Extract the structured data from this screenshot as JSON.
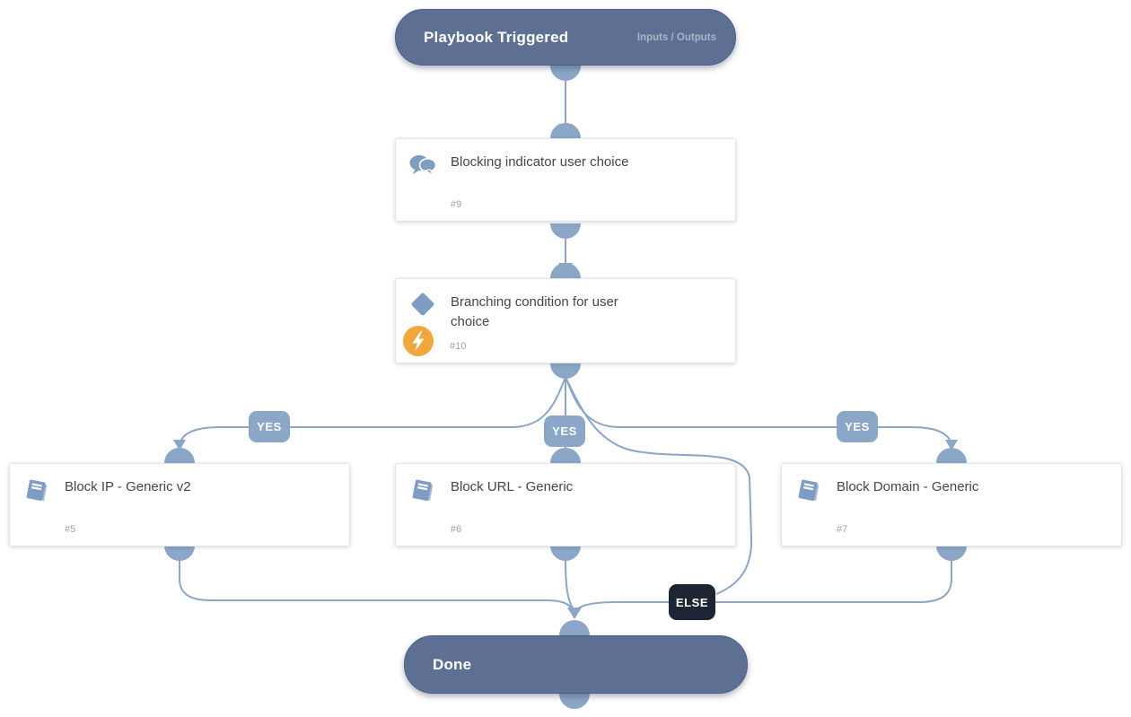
{
  "start_node": {
    "label": "Playbook Triggered",
    "io_label": "Inputs / Outputs"
  },
  "end_node": {
    "label": "Done"
  },
  "tasks": {
    "prompt": {
      "title": "Blocking indicator user choice",
      "id": "#9",
      "icon": "chat-bubbles"
    },
    "decision": {
      "title": "Branching condition for user choice",
      "id": "#10",
      "icon": "decision-diamond",
      "indicator": "lightning-bolt"
    },
    "block_ip": {
      "title": "Block IP - Generic v2",
      "id": "#5",
      "icon": "playbook-book"
    },
    "block_url": {
      "title": "Block URL - Generic",
      "id": "#6",
      "icon": "playbook-book"
    },
    "block_domain": {
      "title": "Block Domain - Generic",
      "id": "#7",
      "icon": "playbook-book"
    }
  },
  "edge_labels": {
    "yes": "YES",
    "else": "ELSE"
  },
  "colors": {
    "terminal_fill": "#5d7094",
    "connector": "#8ba6c7",
    "icon_blue": "#7f9dc1",
    "yes_badge": "#8ba6c7",
    "else_badge": "#1c2533",
    "indicator_orange": "#f0a73b",
    "card_title_text": "#3f474f",
    "card_id_text": "#9aa2ab"
  }
}
